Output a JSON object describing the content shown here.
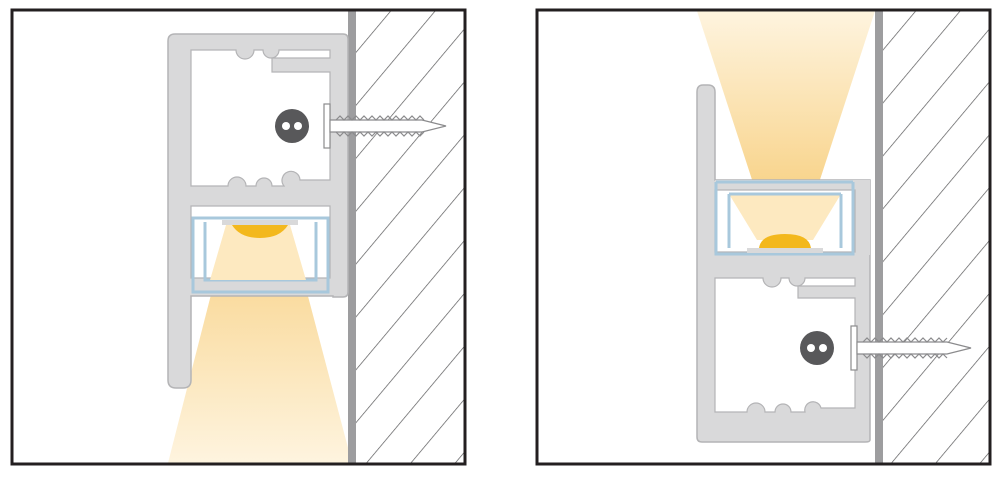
{
  "diagrams": [
    {
      "id": "downlight",
      "light_direction": "down",
      "elements": [
        "frame",
        "wall-section",
        "aluminium-profile",
        "screw",
        "led-strip",
        "diffuser",
        "light-beam"
      ]
    },
    {
      "id": "uplight",
      "light_direction": "up",
      "elements": [
        "frame",
        "wall-section",
        "aluminium-profile",
        "screw",
        "led-strip",
        "diffuser",
        "light-beam"
      ]
    }
  ],
  "colors": {
    "frame": "#231f20",
    "wall_line": "#9d9d9f",
    "hatch": "#58585a",
    "profile_fill": "#d9d9da",
    "profile_stroke": "#b4b4b6",
    "profile_inner": "#ffffff",
    "led": "#f3b81d",
    "beam_light": "#fde9c0",
    "beam_dark": "#f8d287",
    "diffuser": "#a8c8dc",
    "screw": "#ffffff",
    "screw_stroke": "#8b8b8d",
    "screw_head": "#58585a"
  }
}
